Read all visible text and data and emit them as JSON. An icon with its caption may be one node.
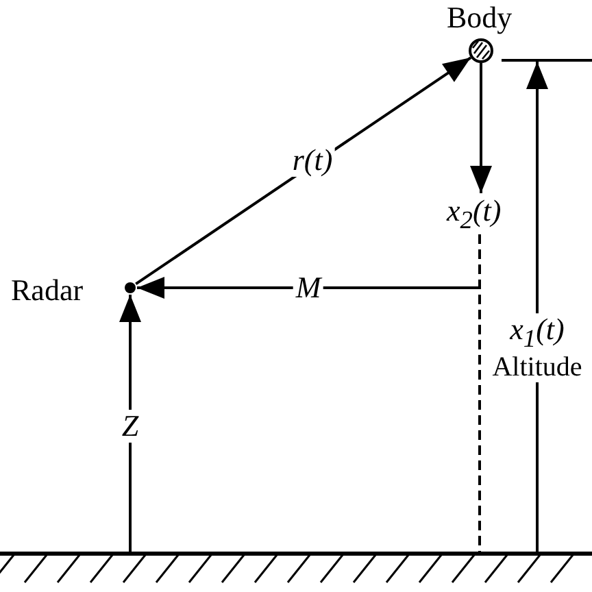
{
  "diagram": {
    "nodes": [
      {
        "text": [
          "Body"
        ]
      },
      {
        "text": [
          "Radar"
        ]
      },
      {
        "text": [],
        "shape": "bar"
      },
      {
        "text": [
          "x$_{2}$(t)"
        ]
      },
      {
        "text": [],
        "shape": "bar"
      }
    ],
    "edges": [
      {
        "from": 1,
        "to": 0,
        "arrow": "to",
        "label": "r(t)"
      },
      {
        "from": 0,
        "to": 3,
        "arrow": "to"
      },
      {
        "from": 3,
        "to": 2,
        "arrow": "none",
        "style": "dashed"
      },
      {
        "from": null,
        "to": 1,
        "arrow": "to",
        "label": "M"
      },
      {
        "from": 2,
        "to": 1,
        "arrow": "to",
        "label": "Z"
      },
      {
        "from": 2,
        "to": 4,
        "arrow": "to",
        "label": "x$_{1}$(t)"
      }
    ],
    "labels": [
      "Altitude"
    ]
  }
}
